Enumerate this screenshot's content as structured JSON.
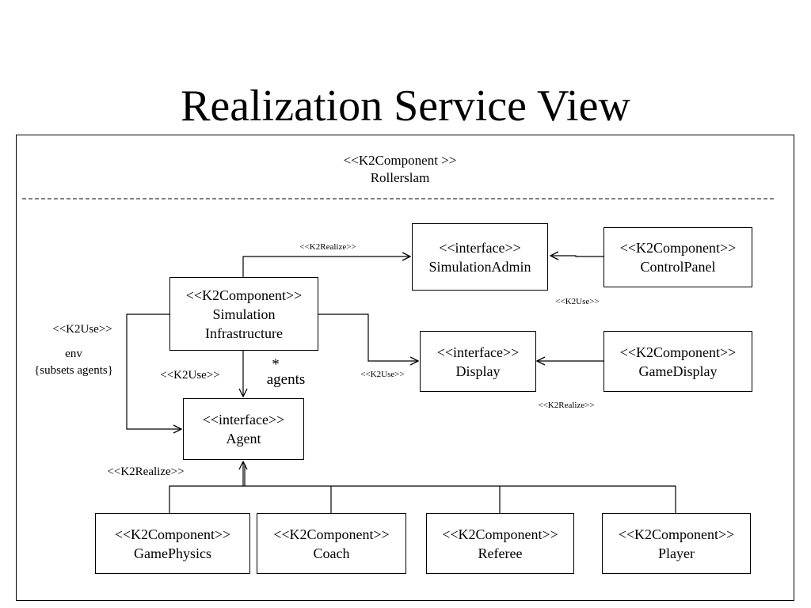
{
  "title": "Realization Service View",
  "container": {
    "stereotype": "<<K2Component >>",
    "name": "Rollerslam"
  },
  "nodes": {
    "simulation_infrastructure": {
      "stereotype": "<<K2Component>>",
      "name_line1": "Simulation",
      "name_line2": "Infrastructure"
    },
    "simulation_admin": {
      "stereotype": "<<interface>>",
      "name": "SimulationAdmin"
    },
    "control_panel": {
      "stereotype": "<<K2Component>>",
      "name": "ControlPanel"
    },
    "display": {
      "stereotype": "<<interface>>",
      "name": "Display"
    },
    "game_display": {
      "stereotype": "<<K2Component>>",
      "name": "GameDisplay"
    },
    "agent": {
      "stereotype": "<<interface>>",
      "name": "Agent"
    },
    "game_physics": {
      "stereotype": "<<K2Component>>",
      "name": "GamePhysics"
    },
    "coach": {
      "stereotype": "<<K2Component>>",
      "name": "Coach"
    },
    "referee": {
      "stereotype": "<<K2Component>>",
      "name": "Referee"
    },
    "player": {
      "stereotype": "<<K2Component>>",
      "name": "Player"
    }
  },
  "edge_labels": {
    "infra_to_admin": "<<K2Realize>>",
    "control_panel_to_admin": "<<K2Use>>",
    "infra_to_display": "<<K2Use>>",
    "game_display_to_display": "<<K2Realize>>",
    "env_use": "<<K2Use>>",
    "env_role": "env",
    "env_constraint": "{subsets agents}",
    "infra_to_agent": "<<K2Use>>",
    "agents_multiplicity": "*",
    "agents_role": "agents",
    "agent_realize": "<<K2Realize>>"
  }
}
